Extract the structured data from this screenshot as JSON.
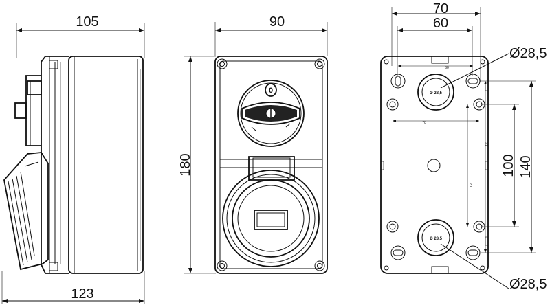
{
  "side_view": {
    "dim_width_top": "105",
    "dim_width_bottom": "123"
  },
  "front_view": {
    "dim_width": "90",
    "dim_height": "180",
    "switch_label": "0"
  },
  "back_view": {
    "dim_width_outer": "70",
    "dim_width_inner": "60",
    "dim_hole_top": "Ø28,5",
    "dim_hole_bottom": "Ø28,5",
    "dim_height_inner": "100",
    "dim_height_outer": "140",
    "internal_label_60": "60",
    "internal_label_70": "70",
    "internal_label_81": "81",
    "internal_label_91": "91",
    "knockout_label_top": "Ø 28,5",
    "knockout_label_bottom": "Ø 28,5"
  }
}
